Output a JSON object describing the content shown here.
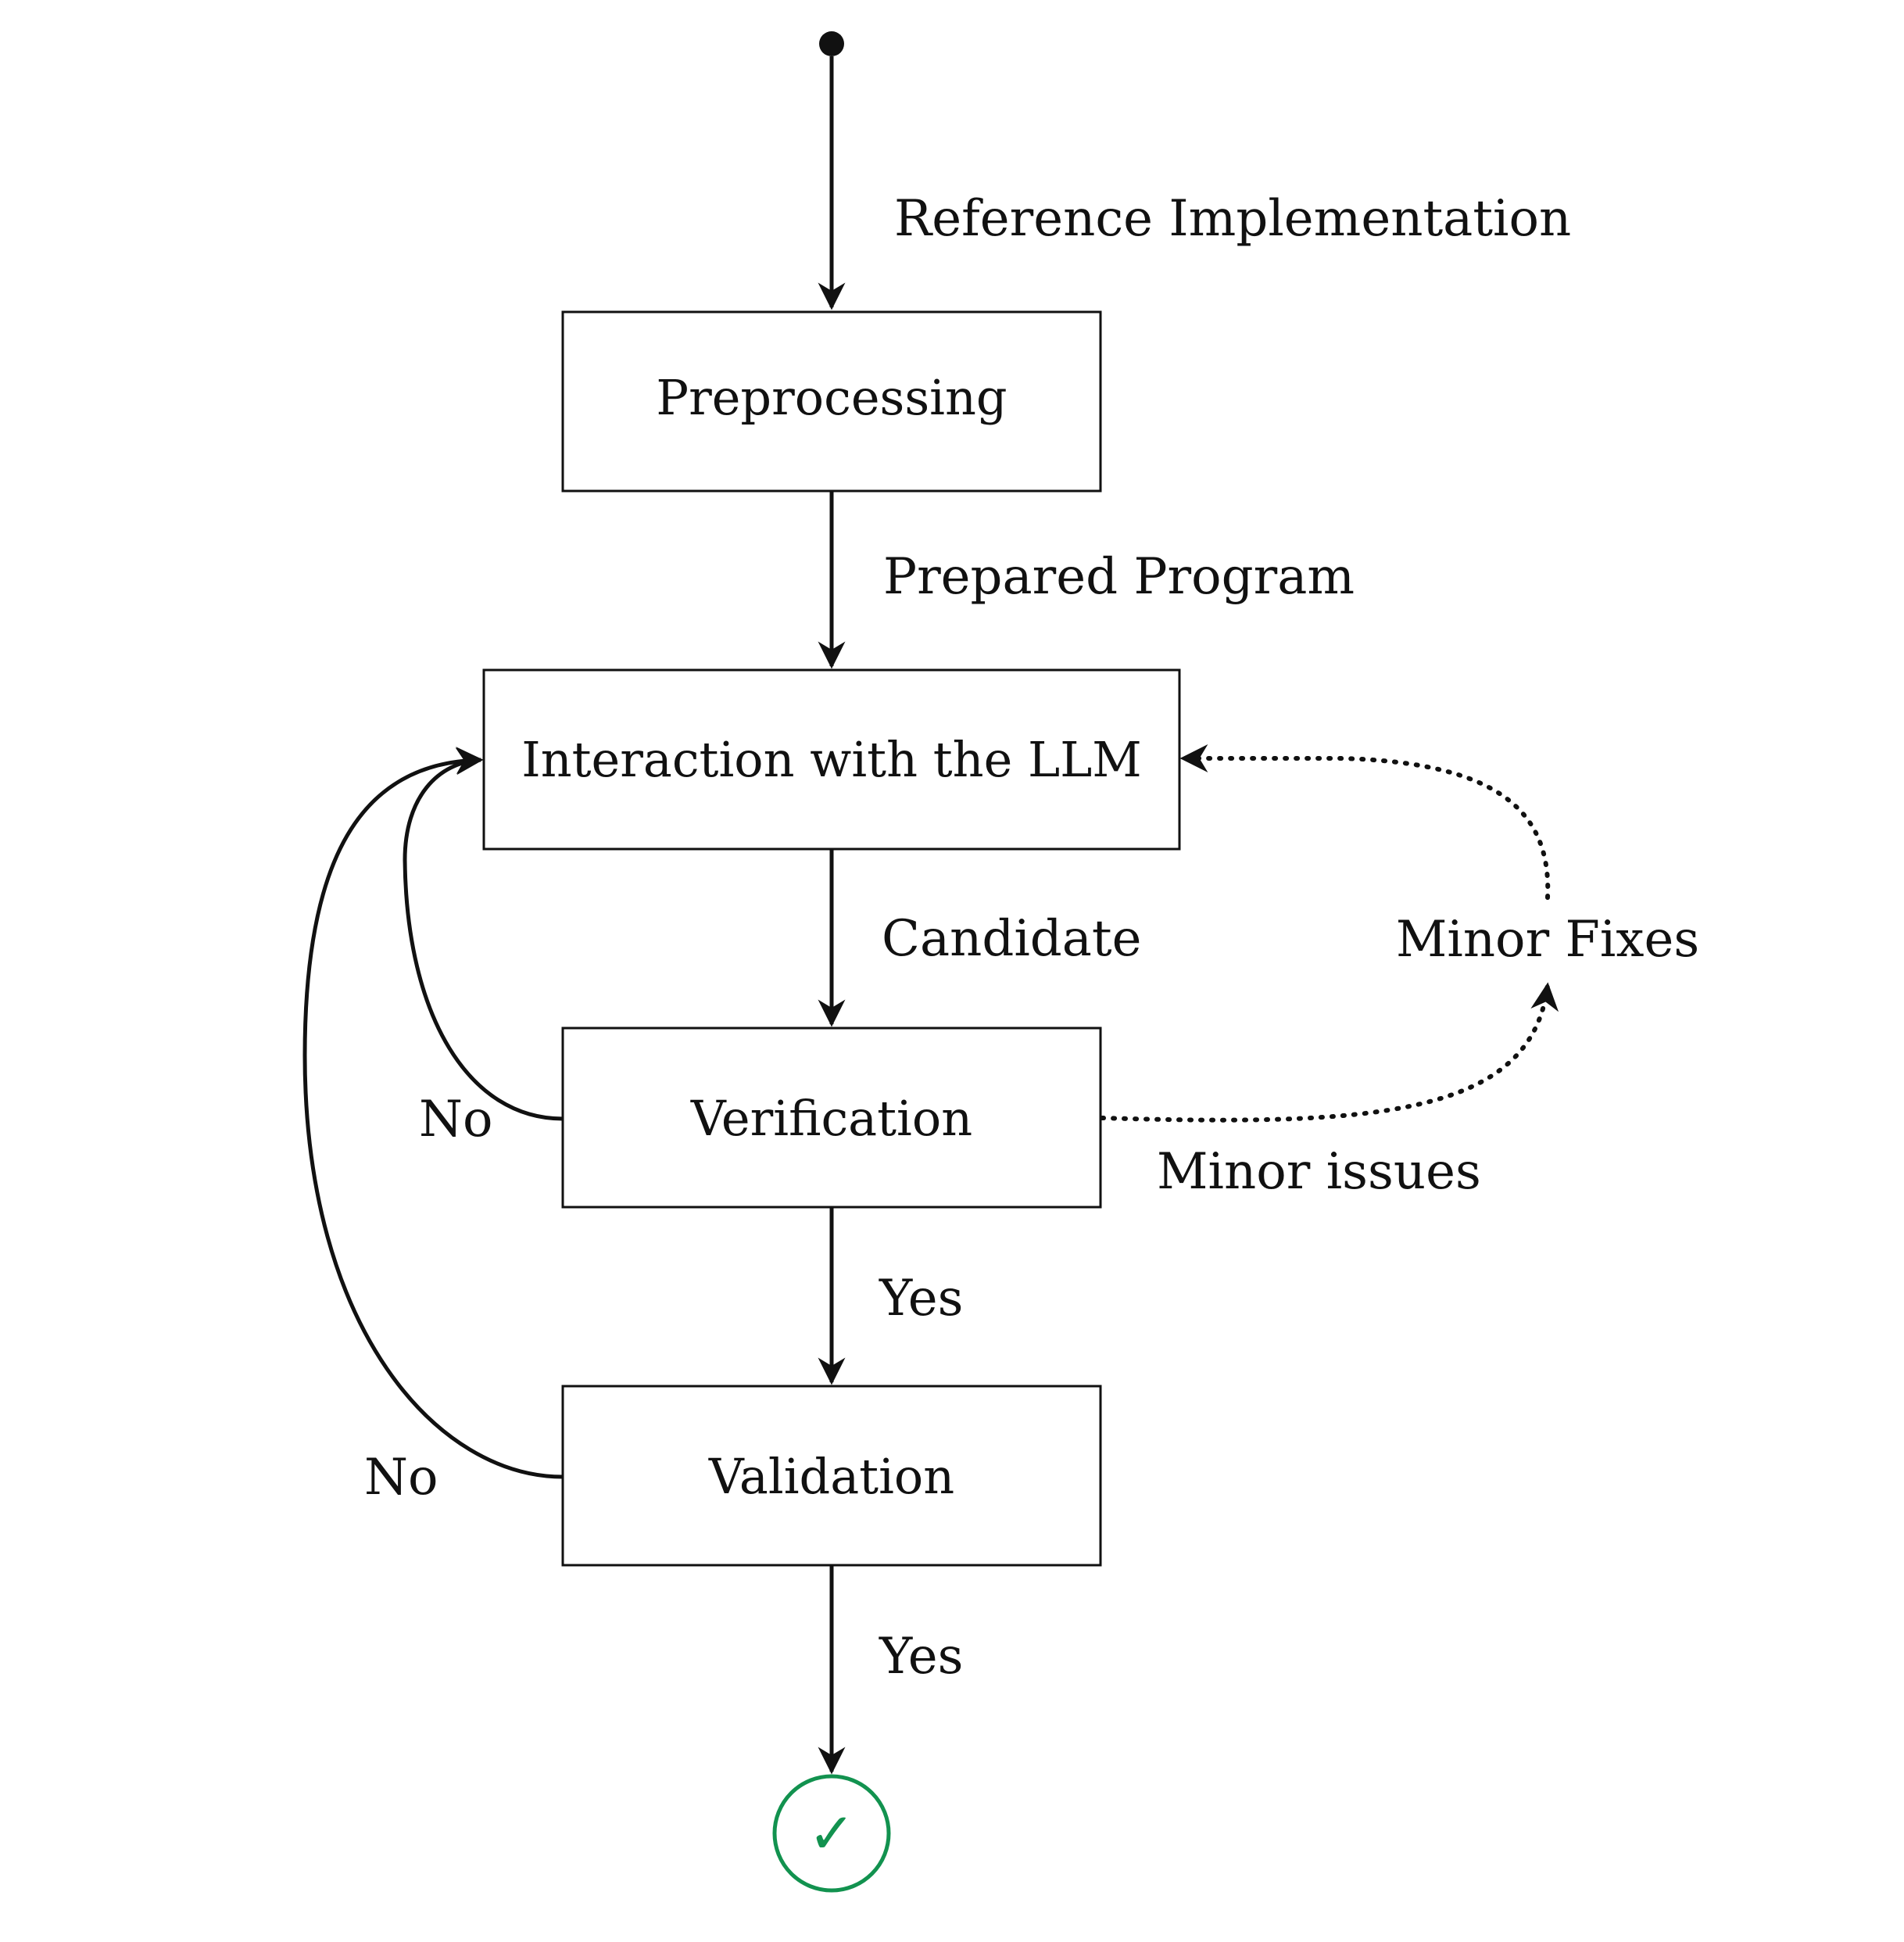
{
  "nodes": {
    "preprocessing": "Preprocessing",
    "interaction": "Interaction with the LLM",
    "verification": "Verification",
    "validation": "Validation"
  },
  "edges": {
    "reference_implementation": "Reference Implementation",
    "prepared_program": "Prepared Program",
    "candidate": "Candidate",
    "verification_yes": "Yes",
    "validation_yes": "Yes",
    "verification_no": "No",
    "validation_no": "No",
    "minor_issues": "Minor issues",
    "minor_fixes": "Minor Fixes"
  },
  "end_symbol": "✓",
  "colors": {
    "ink": "#111111",
    "success": "#12924f"
  }
}
